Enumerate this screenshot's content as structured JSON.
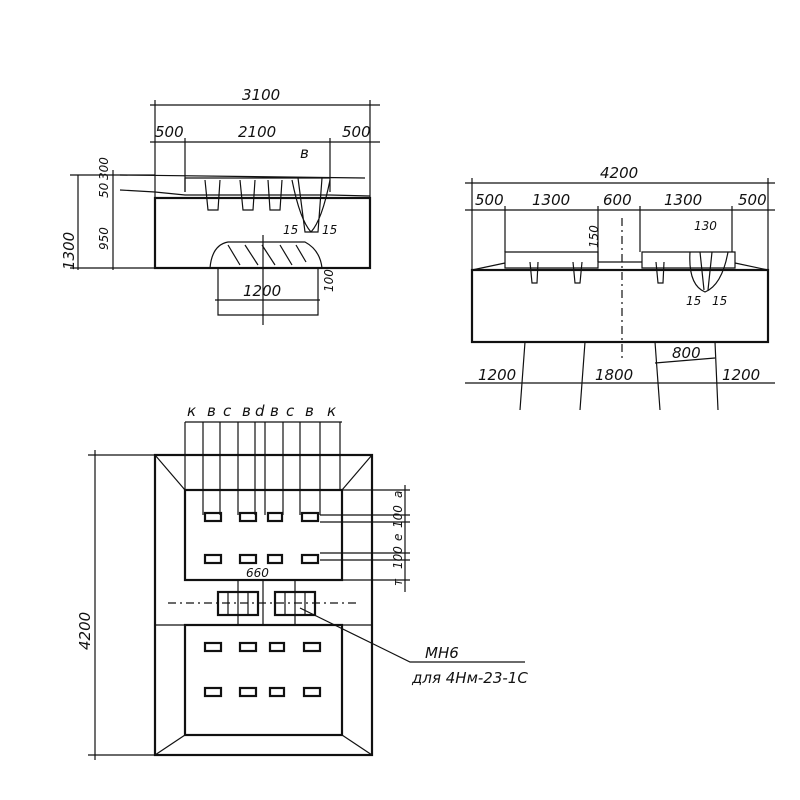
{
  "side_view": {
    "dims_top": {
      "overall": "3100",
      "left": "500",
      "middle": "2100",
      "right": "500",
      "b": "в"
    },
    "dims_left": {
      "total": "1300",
      "base": "950",
      "mid": "50",
      "top": "300"
    },
    "dims_gap": {
      "left": "15",
      "right": "15"
    },
    "dims_bottom": {
      "pedestal": "1200",
      "step": "100"
    }
  },
  "front_view": {
    "dims_top": {
      "overall": "4200",
      "seg1": "500",
      "seg2": "1300",
      "seg3": "600",
      "seg4": "1300",
      "seg5": "500"
    },
    "dims_inner": {
      "socket": "130",
      "slab": "150",
      "gap_left": "15",
      "gap_right": "15"
    },
    "dims_bottom": {
      "left": "1200",
      "middle": "1800",
      "right": "1200",
      "column": "800"
    }
  },
  "plan_view": {
    "top_labels": [
      "к",
      "в",
      "с",
      "в",
      "d",
      "в",
      "с",
      "в",
      "к"
    ],
    "side_labels": [
      "а",
      "100",
      "е",
      "100",
      "т"
    ],
    "overall": "4200",
    "spacing": "660",
    "note_line1": "МН6",
    "note_line2": "для 4Нм-23-1С"
  }
}
